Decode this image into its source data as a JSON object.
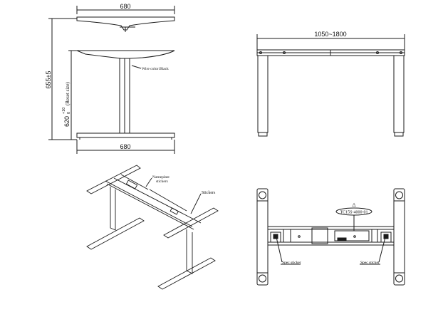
{
  "views": {
    "side": {
      "top_width": "680",
      "height_total": "655±5",
      "height_reset": "620",
      "height_tol_upper": "+10",
      "height_tol_lower": "0",
      "reset_note": "(Reset size)",
      "wire_note": "Wire color:Black",
      "base_width": "680"
    },
    "front": {
      "width_range": "1050~1800"
    },
    "iso": {
      "nameplate_line1": "Nameplate",
      "nameplate_line2": "stickers",
      "stickers": "Stickers"
    },
    "bottom": {
      "model": "TC15S-4000-01",
      "warning_symbol": "⚠",
      "spec_left": "Spec sticker",
      "spec_right": "Spec sticker"
    }
  },
  "colors": {
    "line": "#1a1a1a",
    "fill": "#ffffff"
  }
}
